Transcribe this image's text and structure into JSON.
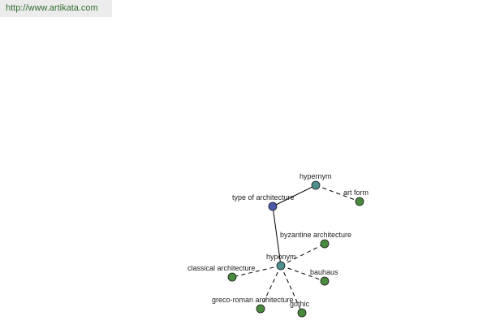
{
  "header": {
    "url": "http://www.artikata.com"
  },
  "colors": {
    "center_node": "#4a5aa8",
    "relation_node": "#4f8f8f",
    "leaf_node": "#4a8a3e",
    "banner_text": "#2f6f2f"
  },
  "graph": {
    "nodes": [
      {
        "id": "center",
        "label": "type of architecture",
        "kind": "center"
      },
      {
        "id": "hypernym",
        "label": "hypernym",
        "kind": "relation"
      },
      {
        "id": "hyponym",
        "label": "hyponym",
        "kind": "relation"
      },
      {
        "id": "art_form",
        "label": "art form",
        "kind": "leaf"
      },
      {
        "id": "byzantine",
        "label": "byzantine architecture",
        "kind": "leaf"
      },
      {
        "id": "classical",
        "label": "classical architecture",
        "kind": "leaf"
      },
      {
        "id": "bauhaus",
        "label": "bauhaus",
        "kind": "leaf"
      },
      {
        "id": "greco_roman",
        "label": "greco-roman architecture",
        "kind": "leaf"
      },
      {
        "id": "gothic",
        "label": "gothic",
        "kind": "leaf"
      }
    ],
    "edges": [
      {
        "from": "center",
        "to": "hypernym",
        "style": "solid"
      },
      {
        "from": "center",
        "to": "hyponym",
        "style": "solid"
      },
      {
        "from": "hypernym",
        "to": "art_form",
        "style": "dashed"
      },
      {
        "from": "hyponym",
        "to": "byzantine",
        "style": "dashed"
      },
      {
        "from": "hyponym",
        "to": "classical",
        "style": "dashed"
      },
      {
        "from": "hyponym",
        "to": "bauhaus",
        "style": "dashed"
      },
      {
        "from": "hyponym",
        "to": "greco_roman",
        "style": "dashed"
      },
      {
        "from": "hyponym",
        "to": "gothic",
        "style": "dashed"
      }
    ]
  }
}
